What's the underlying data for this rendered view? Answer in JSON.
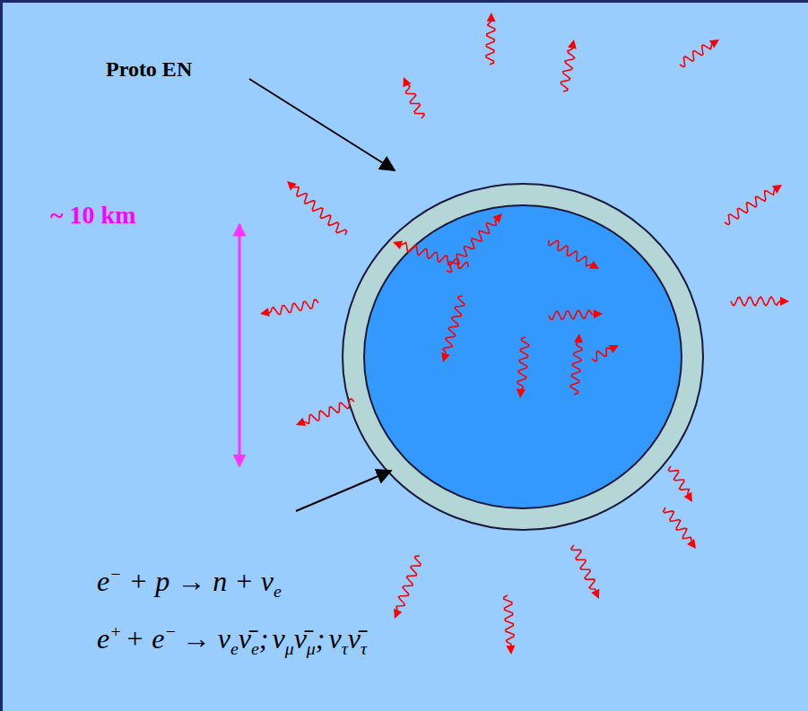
{
  "diagram": {
    "labels": [
      "Proto EN",
      "~ 10 km",
      "e",
      "−",
      "+ p → n + ν",
      "e",
      "e",
      "+",
      "+ e",
      "−",
      "→ ν",
      "e",
      "ν̄",
      "e",
      ";",
      "ν",
      "μ",
      "ν̄",
      "μ",
      ";",
      "ν",
      "τ",
      "ν̄",
      "τ"
    ]
  }
}
